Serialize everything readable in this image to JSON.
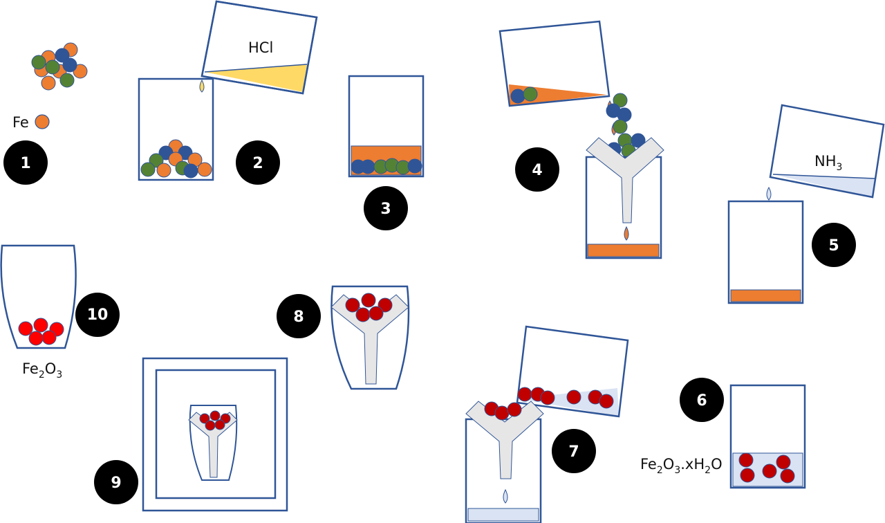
{
  "labels": {
    "iron": "Fe",
    "hcl": "HCl",
    "ammonia": "NH",
    "ammonia_sub": "3",
    "hydrated_oxide_a": "Fe",
    "hydrated_oxide_b": "2",
    "hydrated_oxide_c": "O",
    "hydrated_oxide_d": "3",
    "hydrated_oxide_e": ".xH",
    "hydrated_oxide_f": "2",
    "hydrated_oxide_g": "O",
    "oxide_a": "Fe",
    "oxide_b": "2",
    "oxide_c": "O",
    "oxide_d": "3"
  },
  "steps": [
    "1",
    "2",
    "3",
    "4",
    "5",
    "6",
    "7",
    "8",
    "9",
    "10"
  ],
  "colors": {
    "outline": "#2f5597",
    "iron": "#ed7d31",
    "green": "#548235",
    "blue": "#2f5597",
    "hcl": "#ffd966",
    "ammonia": "#dae3f3",
    "red": "#c00000",
    "bright_red": "#ff0000",
    "funnel": "#e7e6e6",
    "badge": "#000000"
  }
}
